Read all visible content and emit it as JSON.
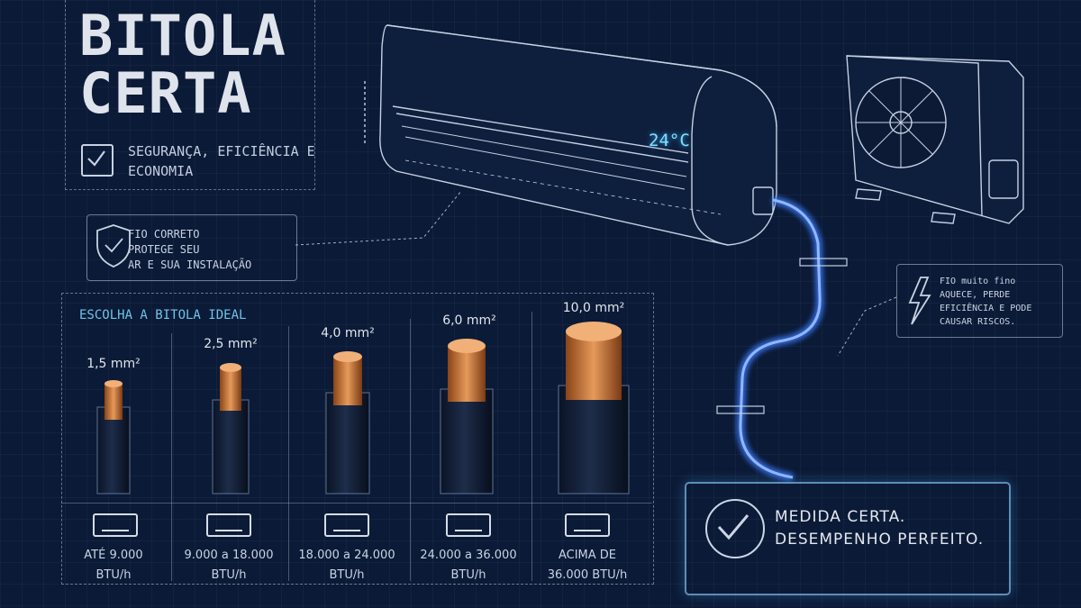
{
  "title": {
    "line1": "BITOLA",
    "line2": "CERTA"
  },
  "subtitle": "SEGURANÇA, EFICIÊNCIA E ECONOMIA",
  "protect_note": {
    "lines": [
      "FIO CORRETO",
      "PROTEGE SEU",
      "AR E SUA INSTALAÇÃO"
    ]
  },
  "warning_note": {
    "lines": [
      "FIO muito fino",
      "AQUECE, PERDE",
      "EFICIÊNCIA E PODE",
      "CAUSAR RISCOS."
    ]
  },
  "display_temp": "24°C",
  "choose": {
    "title": "ESCOLHA A BITOLA IDEAL",
    "gauges": [
      {
        "size": "1,5 mm²",
        "btu_line1": "ATÉ 9.000",
        "btu_line2": "BTU/h"
      },
      {
        "size": "2,5 mm²",
        "btu_line1": "9.000 a 18.000",
        "btu_line2": "BTU/h"
      },
      {
        "size": "4,0 mm²",
        "btu_line1": "18.000 a 24.000",
        "btu_line2": "BTU/h"
      },
      {
        "size": "6,0 mm²",
        "btu_line1": "24.000 a 36.000",
        "btu_line2": "BTU/h"
      },
      {
        "size": "10,0 mm²",
        "btu_line1": "ACIMA DE",
        "btu_line2": "36.000 BTU/h"
      }
    ]
  },
  "result": {
    "line1": "MEDIDA CERTA.",
    "line2": "DESEMPENHO PERFEITO."
  },
  "colors": {
    "background": "#0b1a36",
    "accent": "#6fc3ea",
    "copper": "#c8743a",
    "cable_glow": "#3c7dff"
  }
}
